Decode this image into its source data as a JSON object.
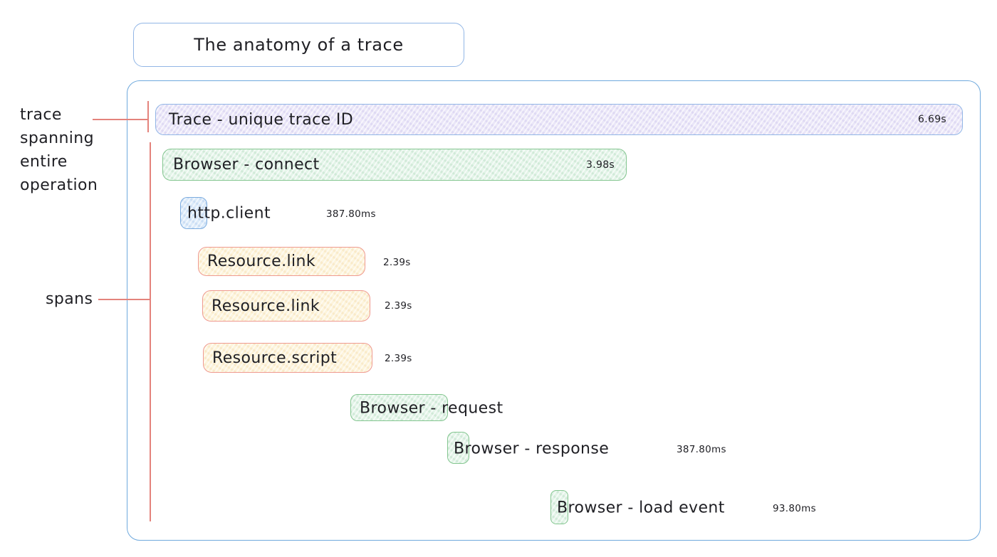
{
  "title_box": {
    "text": "The anatomy of a trace"
  },
  "annotations": {
    "trace_pointer": {
      "lines": [
        "trace",
        "spanning",
        "entire",
        "operation"
      ]
    },
    "spans_pointer": {
      "label": "spans"
    }
  },
  "spans": [
    {
      "label": "Trace - unique trace ID",
      "duration": "6.69s",
      "style": "purple"
    },
    {
      "label": "Browser - connect",
      "duration": "3.98s",
      "style": "green"
    },
    {
      "label": "http.client",
      "duration": "387.80ms",
      "style": "blue"
    },
    {
      "label": "Resource.link",
      "duration": "2.39s",
      "style": "yellow"
    },
    {
      "label": "Resource.link",
      "duration": "2.39s",
      "style": "yellow"
    },
    {
      "label": "Resource.script",
      "duration": "2.39s",
      "style": "yellow"
    },
    {
      "label": "Browser - request",
      "duration": "",
      "style": "green"
    },
    {
      "label": "Browser - response",
      "duration": "387.80ms",
      "style": "green"
    },
    {
      "label": "Browser - load event",
      "duration": "93.80ms",
      "style": "green"
    }
  ],
  "colors": {
    "ink": "#1f1f24",
    "blue-border": "#6fa9dd",
    "purple-fill": "#eae6f8",
    "purple-border": "#92b6e6",
    "green-fill": "#e3f4e8",
    "green-border": "#84c690",
    "lightblue-fill": "#dcebfa",
    "lightblue-border": "#7cacdf",
    "yellow-fill": "#fdf4db",
    "salmon-border": "#ef9a90",
    "red-line": "#e4837c"
  }
}
